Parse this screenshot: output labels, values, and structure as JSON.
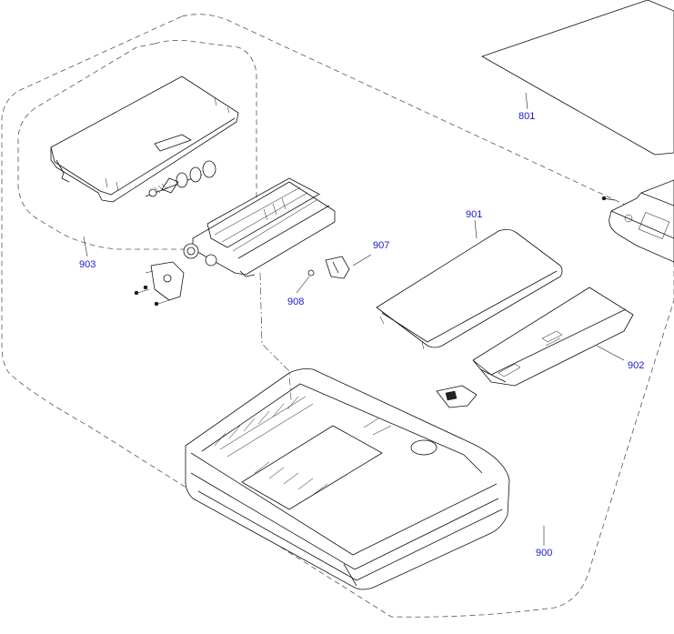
{
  "diagram": {
    "callouts": [
      {
        "id": "801",
        "label": "801"
      },
      {
        "id": "901",
        "label": "901"
      },
      {
        "id": "902",
        "label": "902"
      },
      {
        "id": "903",
        "label": "903"
      },
      {
        "id": "907",
        "label": "907"
      },
      {
        "id": "908",
        "label": "908"
      },
      {
        "id": "900",
        "label": "900"
      }
    ],
    "text_color": "#1a1acc"
  }
}
